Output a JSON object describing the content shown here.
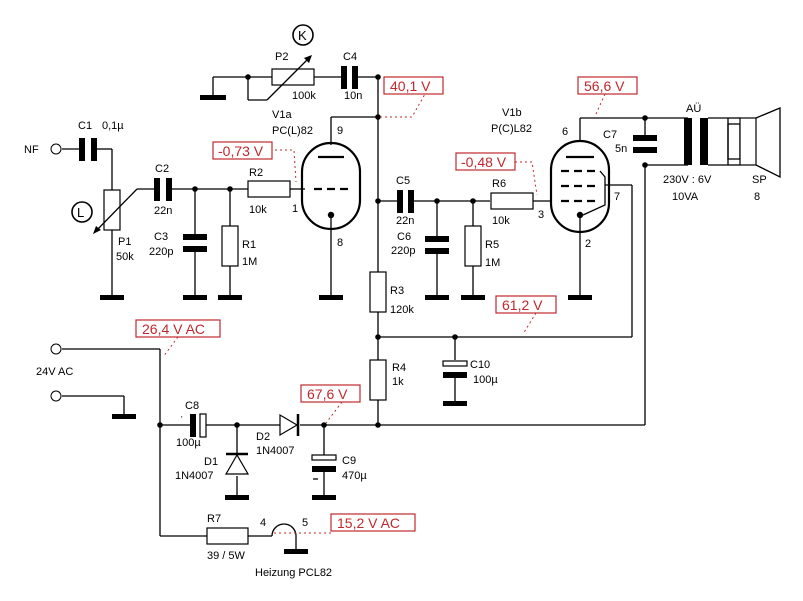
{
  "diagram": {
    "inputs": {
      "nf": "NF",
      "supply": "24V AC"
    },
    "controls": {
      "volume_marker": "L",
      "tone_marker": "K"
    },
    "components": {
      "C1": {
        "name": "C1",
        "value": "0,1µ"
      },
      "C2": {
        "name": "C2",
        "value": "22n"
      },
      "C3": {
        "name": "C3",
        "value": "220p"
      },
      "C4": {
        "name": "C4",
        "value": "10n"
      },
      "C5": {
        "name": "C5",
        "value": "22n"
      },
      "C6": {
        "name": "C6",
        "value": "220p"
      },
      "C7": {
        "name": "C7",
        "value": "5n"
      },
      "C8": {
        "name": "C8",
        "value": "100µ"
      },
      "C9": {
        "name": "C9",
        "value": "470µ"
      },
      "C10": {
        "name": "C10",
        "value": "100µ"
      },
      "P1": {
        "name": "P1",
        "value": "50k"
      },
      "P2": {
        "name": "P2",
        "value": "100k"
      },
      "R1": {
        "name": "R1",
        "value": "1M"
      },
      "R2": {
        "name": "R2",
        "value": "10k"
      },
      "R3": {
        "name": "R3",
        "value": "120k"
      },
      "R4": {
        "name": "R4",
        "value": "1k"
      },
      "R5": {
        "name": "R5",
        "value": "1M"
      },
      "R6": {
        "name": "R6",
        "value": "10k"
      },
      "R7": {
        "name": "R7",
        "value": "39 / 5W"
      },
      "D1": {
        "name": "D1",
        "value": "1N4007"
      },
      "D2": {
        "name": "D2",
        "value": "1N4007"
      },
      "V1a": {
        "name": "V1a",
        "type": "PC(L)82"
      },
      "V1b": {
        "name": "V1b",
        "type": "P(C)L82"
      },
      "AU": {
        "name": "AÜ",
        "ratio": "230V : 6V",
        "power": "10VA"
      },
      "SP": {
        "name": "SP",
        "value": "8"
      }
    },
    "pins": {
      "v1a_anode": "9",
      "v1a_grid": "1",
      "v1a_cathode": "8",
      "v1b_anode": "6",
      "v1b_grid": "3",
      "v1b_screen": "7",
      "v1b_cathode": "2",
      "heater_a": "4",
      "heater_b": "5"
    },
    "heater_label": "Heizung PCL82",
    "voltages": {
      "v1a_grid": "-0,73 V",
      "v1a_anode": "40,1 V",
      "v1b_grid": "-0,48 V",
      "v1b_anode": "56,6 V",
      "screen_supply": "61,2 V",
      "rectified": "67,6 V",
      "ac_input": "26,4 V AC",
      "heater": "15,2 V AC"
    },
    "colors": {
      "measurement": "#c0282d",
      "wire": "#000000"
    }
  }
}
